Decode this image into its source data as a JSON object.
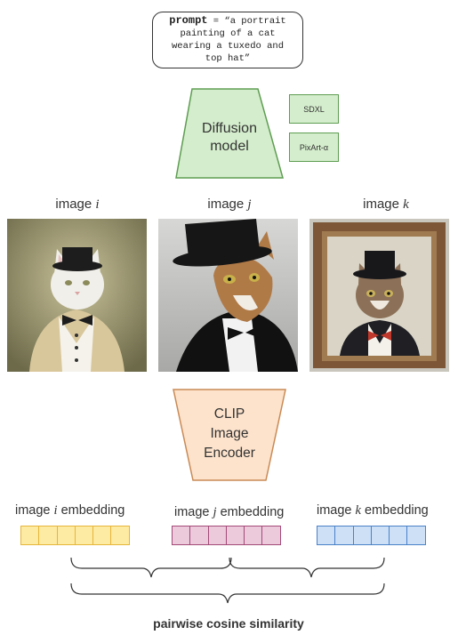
{
  "prompt": {
    "keyword": "prompt",
    "operator": " = ",
    "text_line1": "“a portrait",
    "text_line2": "painting of a cat",
    "text_line3": "wearing a tuxedo and",
    "text_line4": "top hat”"
  },
  "diffusion_model": {
    "line1": "Diffusion",
    "line2": "model",
    "color": "#d4edcc",
    "border_color": "#5e9d52",
    "options": [
      "SDXL",
      "PixArt-α"
    ]
  },
  "images": [
    {
      "prefix": "image ",
      "var": "i",
      "description": "white cat in top hat and bow tie, beige background"
    },
    {
      "prefix": "image ",
      "var": "j",
      "description": "tabby cat in top hat and tuxedo, grey background"
    },
    {
      "prefix": "image ",
      "var": "k",
      "description": "tabby cat in top hat and red bow tie in wooden frame"
    }
  ],
  "encoder": {
    "line1": "CLIP",
    "line2": "Image",
    "line3": "Encoder",
    "color": "#fde3cc",
    "border_color": "#c98a55"
  },
  "embeddings": [
    {
      "prefix": "image ",
      "var": "i",
      "suffix": " embedding",
      "fill": "#fdeaa3",
      "border": "#e6b63a",
      "cells": 6
    },
    {
      "prefix": "image ",
      "var": "j",
      "suffix": " embedding",
      "fill": "#ecc9db",
      "border": "#a34a78",
      "cells": 6
    },
    {
      "prefix": "image ",
      "var": "k",
      "suffix": " embedding",
      "fill": "#cde0f5",
      "border": "#4a82c9",
      "cells": 6
    }
  ],
  "caption": "pairwise cosine similarity"
}
